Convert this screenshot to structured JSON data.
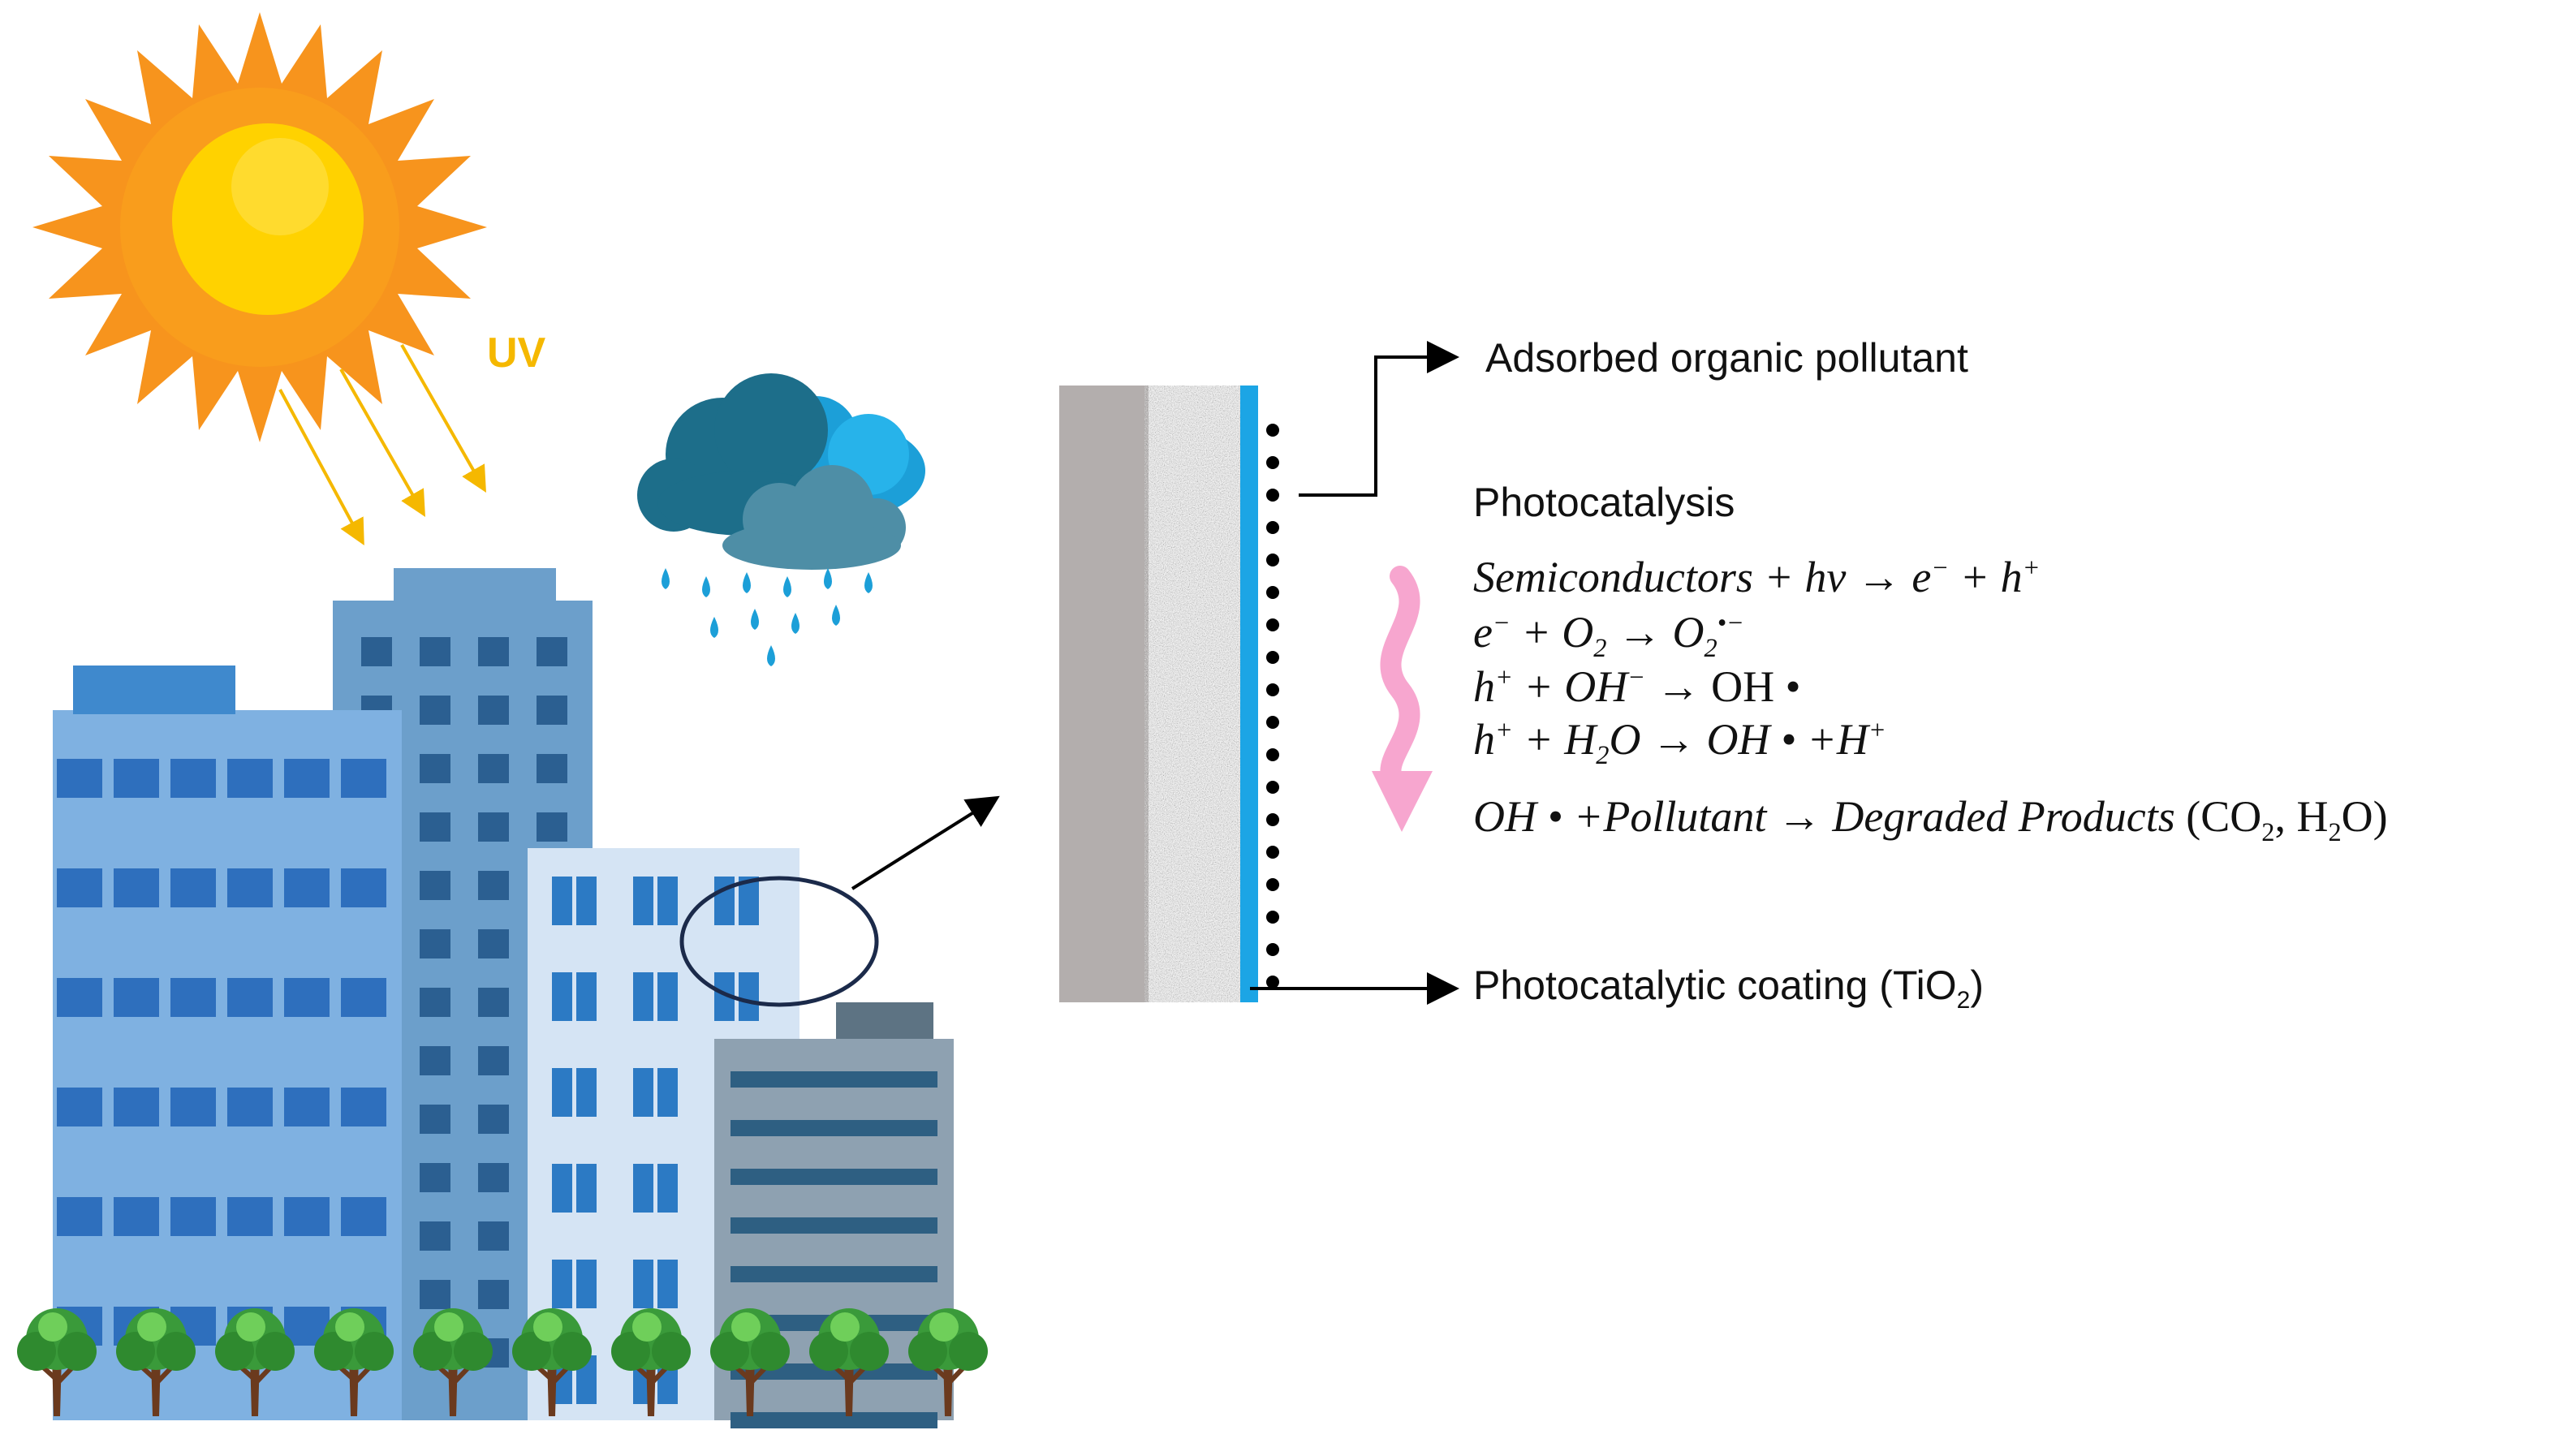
{
  "uv_label": "UV",
  "labels": {
    "adsorbed": "Adsorbed organic pollutant",
    "photocatalysis": "Photocatalysis",
    "coating_main": "Photocatalytic coating (TiO",
    "coating_sub": "2",
    "coating_close": ")"
  },
  "equations": {
    "eq1": {
      "a": "Semiconductors + hv  → e",
      "a_sup": "−",
      "b": " +  h",
      "b_sup": "+"
    },
    "eq2": {
      "a": "e",
      "a_sup": "−",
      "b": " +  O",
      "b_sub": "2",
      "c": " → O",
      "c_sub": "2",
      "c_sup": "•−"
    },
    "eq3": {
      "a": "h",
      "a_sup": "+",
      "b": " + OH",
      "b_sup": "−",
      "c": " → ",
      "d": "OH •"
    },
    "eq4": {
      "a": "h",
      "a_sup": "+",
      "b": " +  H",
      "b_sub": "2",
      "c": "O  → OH • +H",
      "c_sup": "+"
    },
    "eq5": {
      "a": "OH • +Pollutant → Degraded Products ",
      "b": "(CO",
      "b_sub": "2",
      "c": ", H",
      "c_sub": "2",
      "d": "O)"
    }
  },
  "colors": {
    "sun_outer": "#f7941d",
    "sun_inner": "#ffd200",
    "uv_ray": "#f5b800",
    "coating": "#1ca5e5",
    "substrate": "#b3aead",
    "arrow_pink": "#f7a6cf"
  }
}
